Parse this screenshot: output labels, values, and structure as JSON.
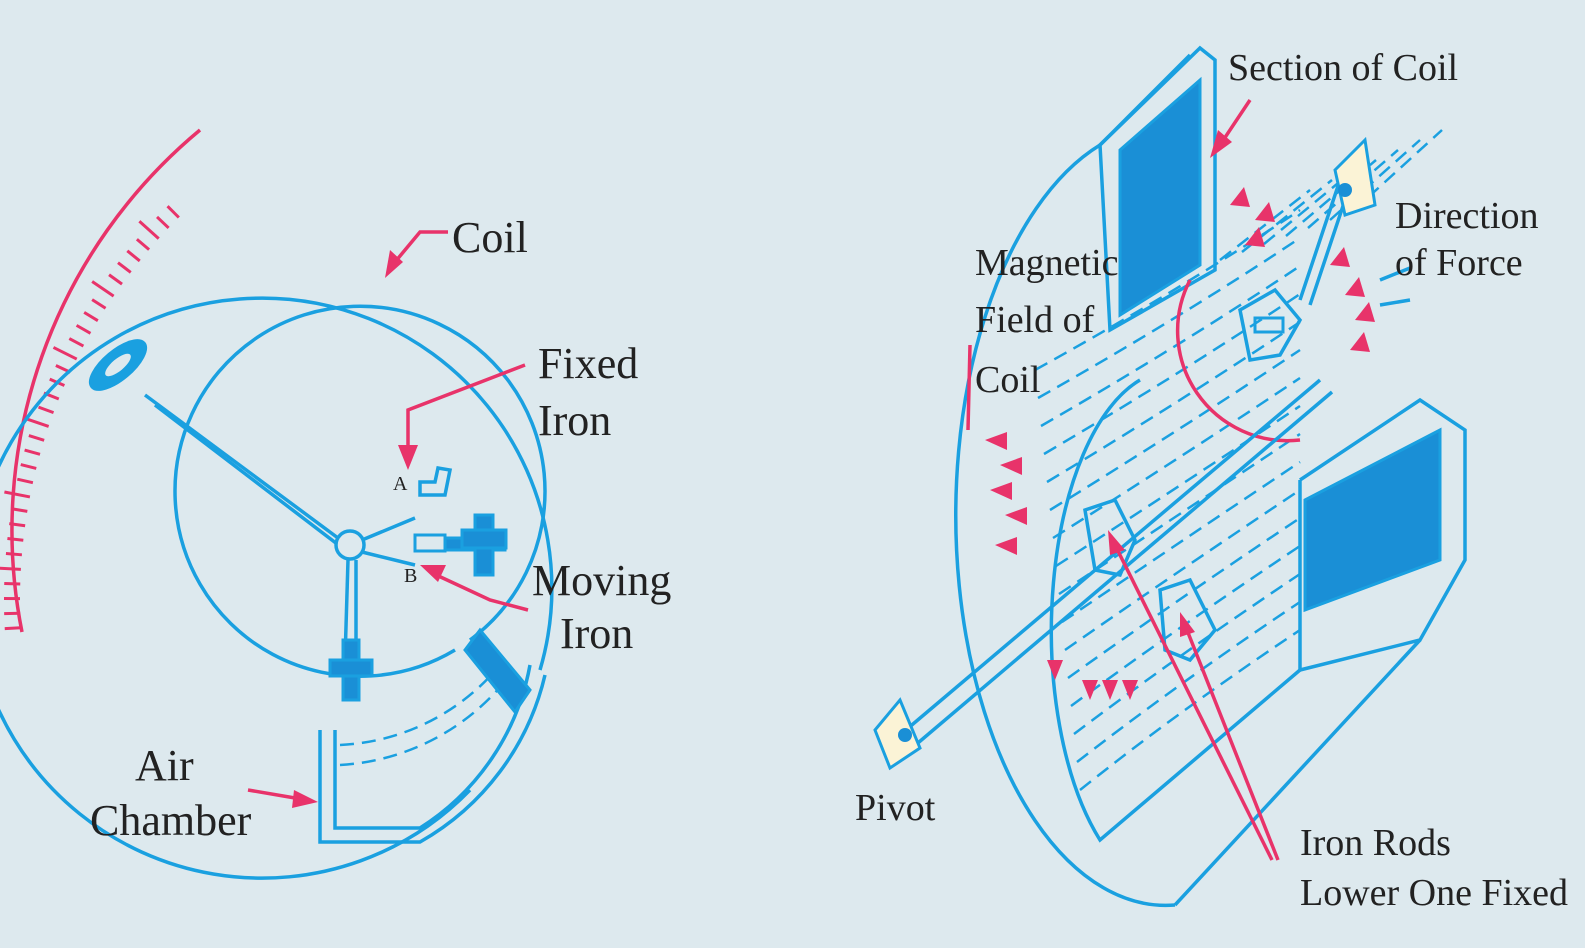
{
  "colors": {
    "background": "#dde9ee",
    "drawing_blue": "#1aa0e0",
    "fill_blue": "#1a8fd6",
    "arrow_pink": "#e8336a",
    "text": "#222222"
  },
  "left_diagram": {
    "labels": {
      "coil": "Coil",
      "fixed_iron_line1": "Fixed",
      "fixed_iron_line2": "Iron",
      "moving_iron_line1": "Moving",
      "moving_iron_line2": "Iron",
      "air_chamber_line1": "Air",
      "air_chamber_line2": "Chamber",
      "point_a": "A",
      "point_b": "B"
    }
  },
  "right_diagram": {
    "labels": {
      "section_of_coil": "Section of Coil",
      "direction_line1": "Direction",
      "direction_line2": "of Force",
      "magnetic_line1": "Magnetic",
      "magnetic_line2": "Field of",
      "magnetic_line3": "Coil",
      "pivot": "Pivot",
      "iron_rods_line1": "Iron Rods",
      "iron_rods_line2": "Lower One Fixed"
    }
  }
}
